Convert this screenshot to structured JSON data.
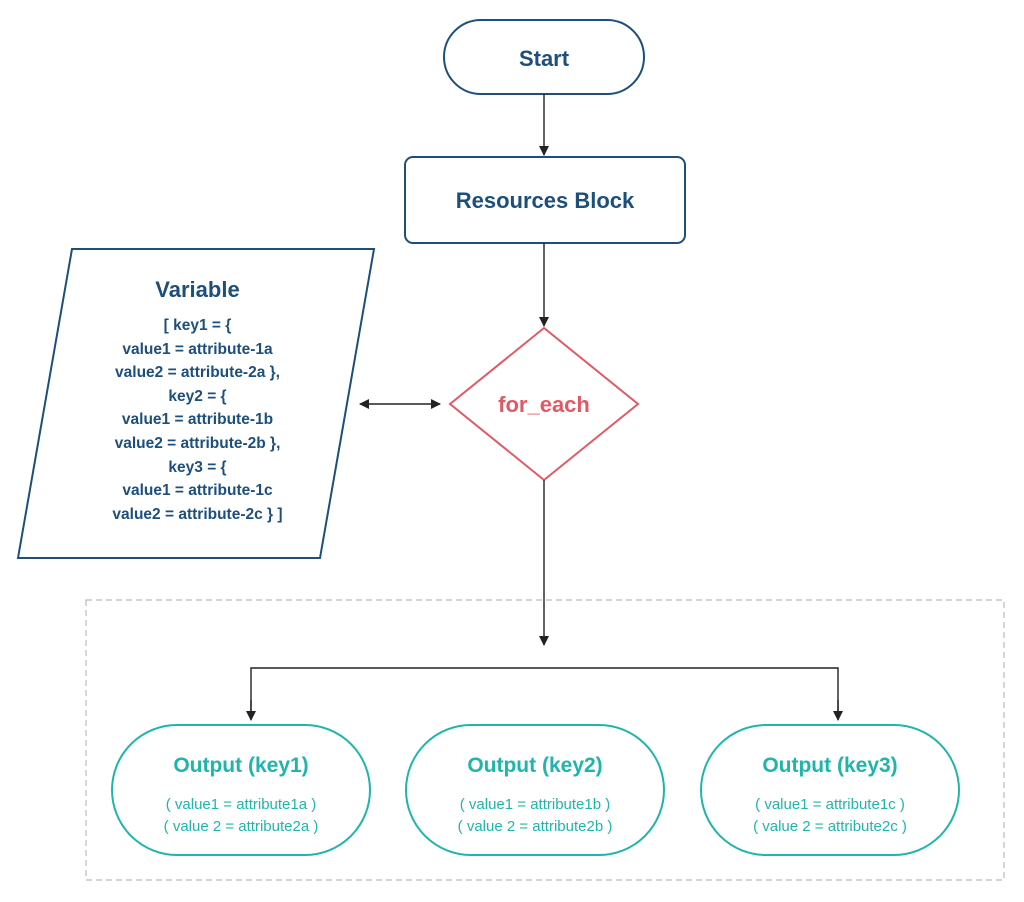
{
  "colors": {
    "navy": "#1d4f7c",
    "teal": "#1fb5ab",
    "red": "#e05a66",
    "connector": "#222222",
    "dashed_border": "#bbbbbb"
  },
  "nodes": {
    "start": {
      "label": "Start"
    },
    "resources": {
      "label": "Resources Block"
    },
    "decision": {
      "label": "for_each"
    },
    "variable": {
      "title": "Variable",
      "lines": [
        "[ key1 = {",
        "value1 = attribute-1a",
        "value2 = attribute-2a },",
        "key2 = {",
        "value1 = attribute-1b",
        "value2 = attribute-2b },",
        "key3 = {",
        "value1 = attribute-1c",
        "value2 = attribute-2c } ]"
      ]
    },
    "outputs": [
      {
        "title": "Output (key1)",
        "line1": "( value1 = attribute1a )",
        "line2": "( value 2 = attribute2a )"
      },
      {
        "title": "Output (key2)",
        "line1": "( value1 = attribute1b )",
        "line2": "( value 2 = attribute2b )"
      },
      {
        "title": "Output (key3)",
        "line1": "( value1 = attribute1c )",
        "line2": "( value 2 = attribute2c )"
      }
    ]
  }
}
